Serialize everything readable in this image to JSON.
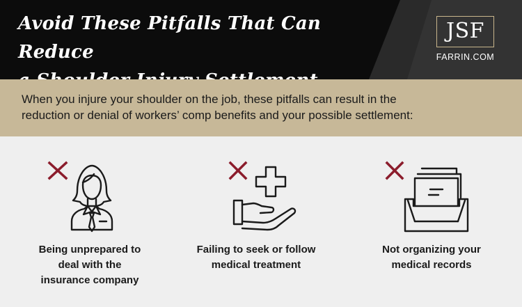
{
  "header": {
    "title_line1": "Avoid These Pitfalls That Can Reduce",
    "title_line2": "a Shoulder Injury Settlement",
    "logo_mark": "JSF",
    "logo_url": "FARRIN.COM",
    "background": "#0c0c0c",
    "accent": "#c9b68c"
  },
  "intro": {
    "line1": "When you injure your shoulder on the job, these pitfalls can result in the",
    "line2": "reduction or denial of workers’ comp benefits and your possible settlement:",
    "background": "#c7b898"
  },
  "pitfalls": [
    {
      "icon": "worker-icon",
      "line1": "Being unprepared to",
      "line2": "deal with the",
      "line3": "insurance company"
    },
    {
      "icon": "medical-cross-hand-icon",
      "line1": "Failing to seek or follow",
      "line2": "medical treatment"
    },
    {
      "icon": "records-tray-icon",
      "line1": "Not organizing your",
      "line2": "medical records"
    }
  ],
  "colors": {
    "x_mark": "#8b1c2c",
    "icon_stroke": "#1a1a1a",
    "content_background": "#efefef"
  }
}
